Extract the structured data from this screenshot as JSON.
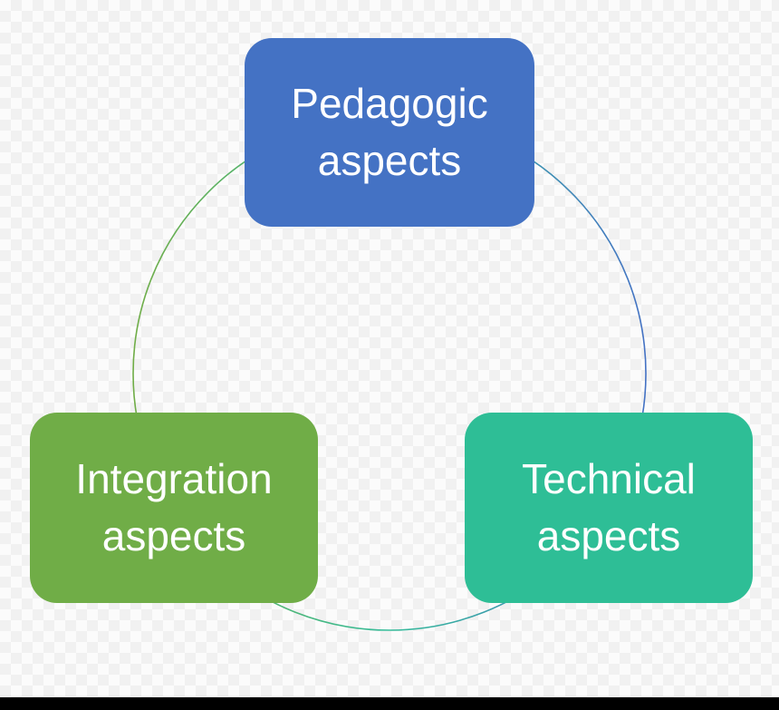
{
  "diagram": {
    "type": "cycle",
    "nodes": [
      {
        "id": "pedagogic-aspects",
        "label": "Pedagogic aspects",
        "color": "#4472C4",
        "position": "top-center"
      },
      {
        "id": "integration-aspects",
        "label": "Integration aspects",
        "color": "#70AD47",
        "position": "bottom-left"
      },
      {
        "id": "technical-aspects",
        "label": "Technical aspects",
        "color": "#2EBE96",
        "position": "bottom-right"
      }
    ],
    "connector": {
      "shape": "circle",
      "stroke_colors": [
        "#70AD47",
        "#35BC9A",
        "#4472C4"
      ]
    }
  },
  "canvas": {
    "background": "#fbfbfb",
    "text_color": "#ffffff",
    "footer_bar_color": "#000000"
  }
}
